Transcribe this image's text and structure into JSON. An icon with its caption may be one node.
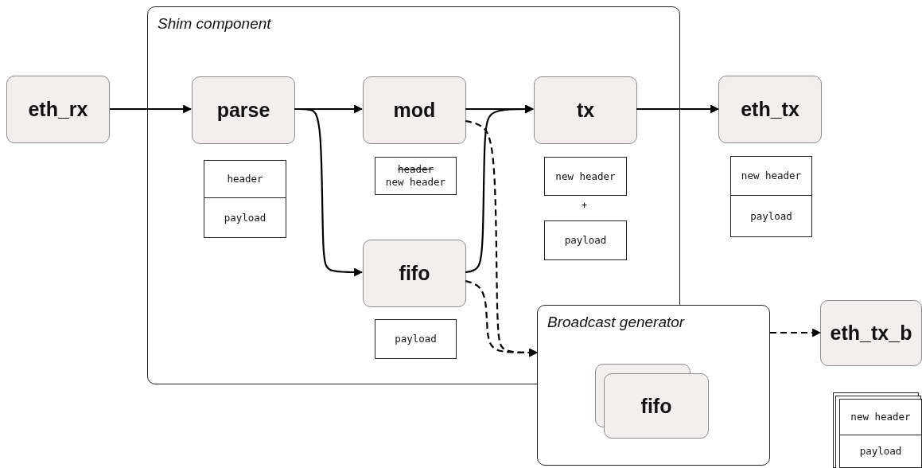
{
  "diagram": {
    "nodes": [
      {
        "text": [
          "Shim component"
        ]
      },
      {
        "text": [
          "eth_rx"
        ]
      },
      {
        "text": [
          "parse"
        ],
        "in": 0
      },
      {
        "text": [
          "mod"
        ],
        "in": 0
      },
      {
        "text": [
          "tx"
        ],
        "in": 0
      },
      {
        "text": [
          "eth_tx"
        ]
      },
      {
        "text": [
          "fifo"
        ],
        "in": 0
      },
      {
        "text": [
          "Broadcast generator"
        ]
      },
      {
        "text": [
          "fifo"
        ],
        "in": 7
      },
      {
        "text": [
          "eth_tx_b"
        ]
      },
      {
        "text": [
          "header"
        ],
        "in": 0
      },
      {
        "text": [
          "payload"
        ],
        "in": 0
      },
      {
        "text": [
          "header",
          "new header"
        ],
        "in": 0
      },
      {
        "text": [
          "new header"
        ],
        "in": 0
      },
      {
        "text": [
          "payload"
        ],
        "in": 0
      },
      {
        "text": [
          "new header"
        ]
      },
      {
        "text": [
          "payload"
        ]
      },
      {
        "text": [
          "payload"
        ],
        "in": 0
      },
      {
        "text": [
          "new header"
        ]
      },
      {
        "text": [
          "payload"
        ]
      }
    ],
    "edges": [
      {
        "from": 1,
        "to": 2,
        "arrow": "to"
      },
      {
        "from": 2,
        "to": 3,
        "arrow": "to"
      },
      {
        "from": 2,
        "to": 6,
        "arrow": "to"
      },
      {
        "from": 3,
        "to": 4,
        "arrow": "to"
      },
      {
        "from": 6,
        "to": 4,
        "arrow": "to"
      },
      {
        "from": 3,
        "to": 7,
        "arrow": "to",
        "style": "dashed"
      },
      {
        "from": 6,
        "to": 7,
        "arrow": "to",
        "style": "dashed"
      },
      {
        "from": 4,
        "to": 5,
        "arrow": "to"
      },
      {
        "from": 7,
        "to": 9,
        "arrow": "to",
        "style": "dashed"
      }
    ],
    "labels": [
      "+"
    ]
  }
}
